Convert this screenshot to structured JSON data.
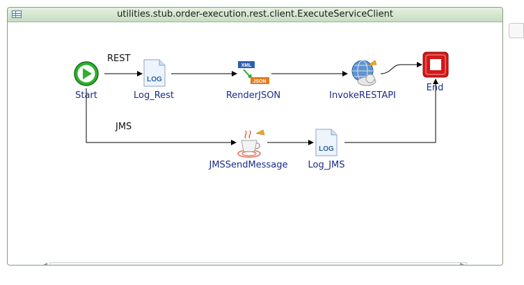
{
  "window": {
    "title": "utilities.stub.order-execution.rest.client.ExecuteServiceClient"
  },
  "flow": {
    "transitions": {
      "rest": "REST",
      "jms": "JMS"
    },
    "nodes": {
      "start": {
        "label": "Start",
        "icon": "play-icon"
      },
      "log_rest": {
        "label": "Log_Rest",
        "icon": "log-file-icon",
        "icon_text": "LOG"
      },
      "render_json": {
        "label": "RenderJSON",
        "icon": "xml-to-json-icon",
        "badge_top": "XML",
        "badge_bottom": "JSON"
      },
      "invoke_rest_api": {
        "label": "InvokeRESTAPI",
        "icon": "globe-cloud-icon"
      },
      "end": {
        "label": "End",
        "icon": "stop-icon"
      },
      "jms_send_message": {
        "label": "JMSSendMessage",
        "icon": "coffee-cup-icon"
      },
      "log_jms": {
        "label": "Log_JMS",
        "icon": "log-file-icon",
        "icon_text": "LOG"
      }
    }
  },
  "colors": {
    "label": "#1a2b88",
    "title_bg": "#d4e6cf",
    "start": "#2fae2f",
    "end": "#d31818"
  }
}
